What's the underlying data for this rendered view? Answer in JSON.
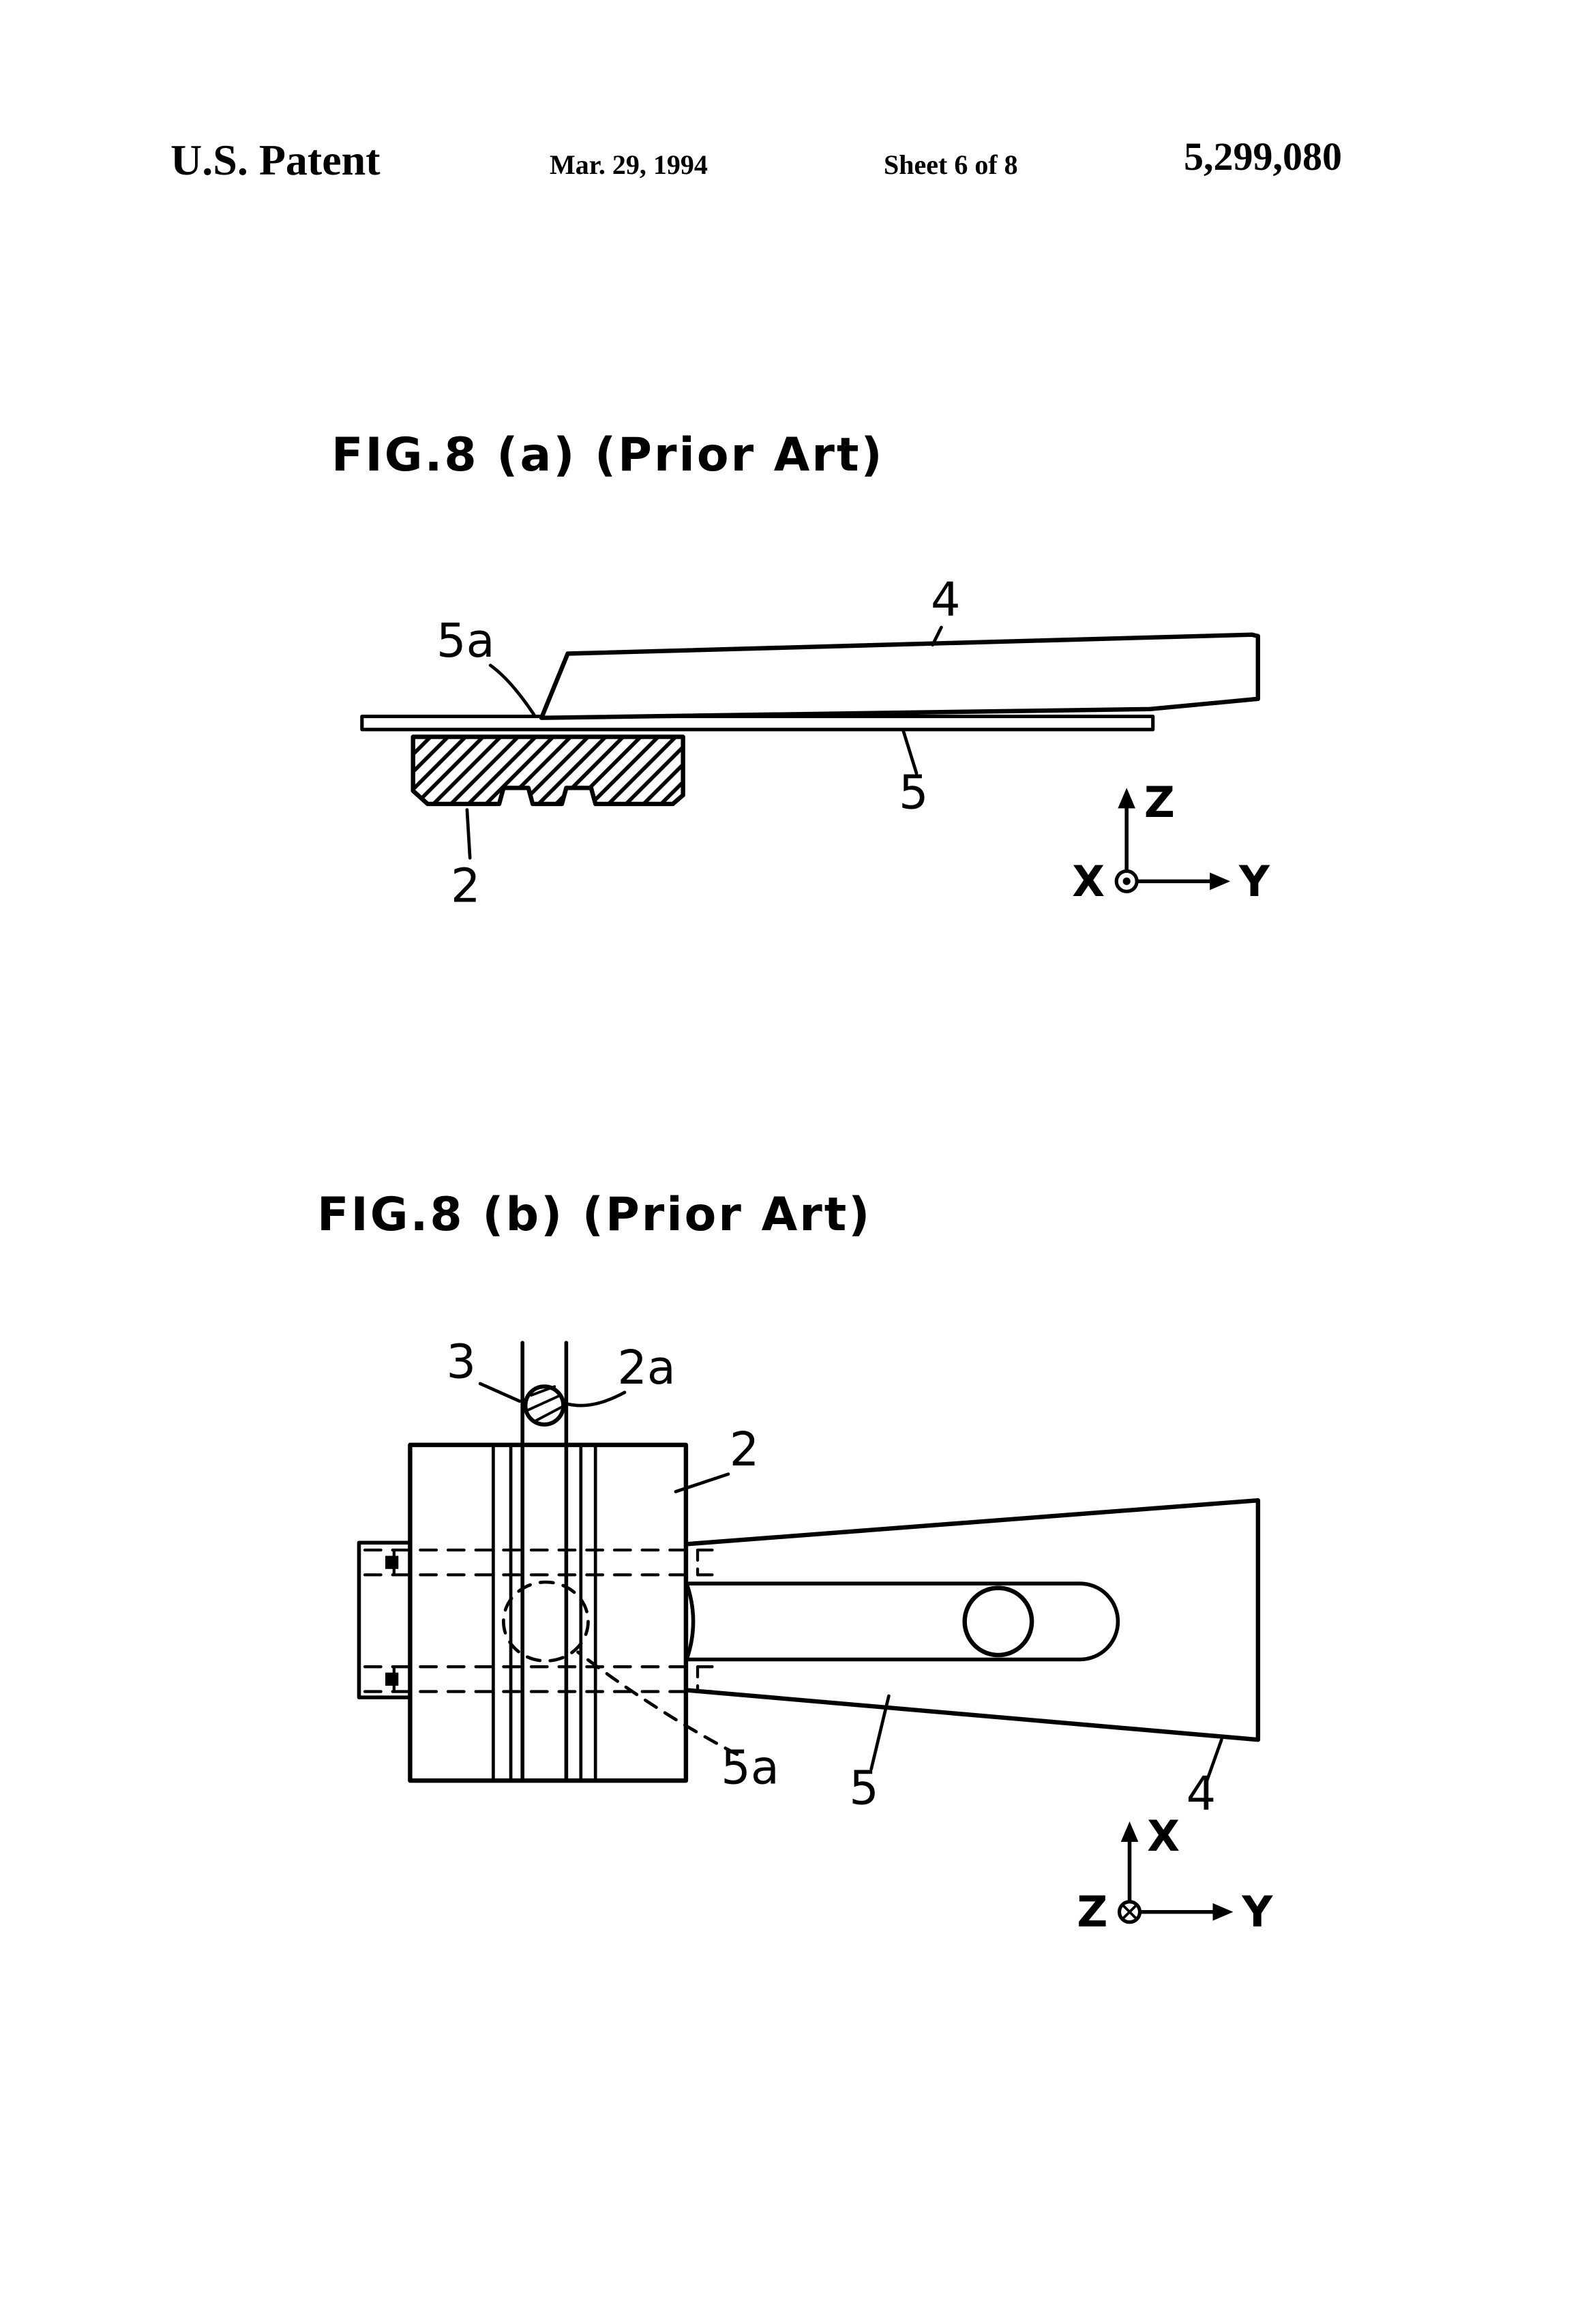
{
  "page": {
    "background": "#ffffff",
    "ink": "#000000"
  },
  "header": {
    "title": "U.S. Patent",
    "date": "Mar. 29, 1994",
    "sheet": "Sheet 6 of 8",
    "patent_number": "5,299,080"
  },
  "figure_a": {
    "title": "FIG.8 (a) (Prior Art)",
    "labels": {
      "arm": "4",
      "joint": "5a",
      "plate": "5",
      "block": "2"
    },
    "axes": {
      "vertical": "Z",
      "horizontal": "Y",
      "origin": "X"
    }
  },
  "figure_b": {
    "title": "FIG.8 (b) (Prior Art)",
    "labels": {
      "screw": "3",
      "screw_hole": "2a",
      "block": "2",
      "joint": "5a",
      "plate": "5",
      "arm": "4"
    },
    "axes": {
      "vertical": "X",
      "horizontal": "Y",
      "origin": "Z"
    }
  }
}
